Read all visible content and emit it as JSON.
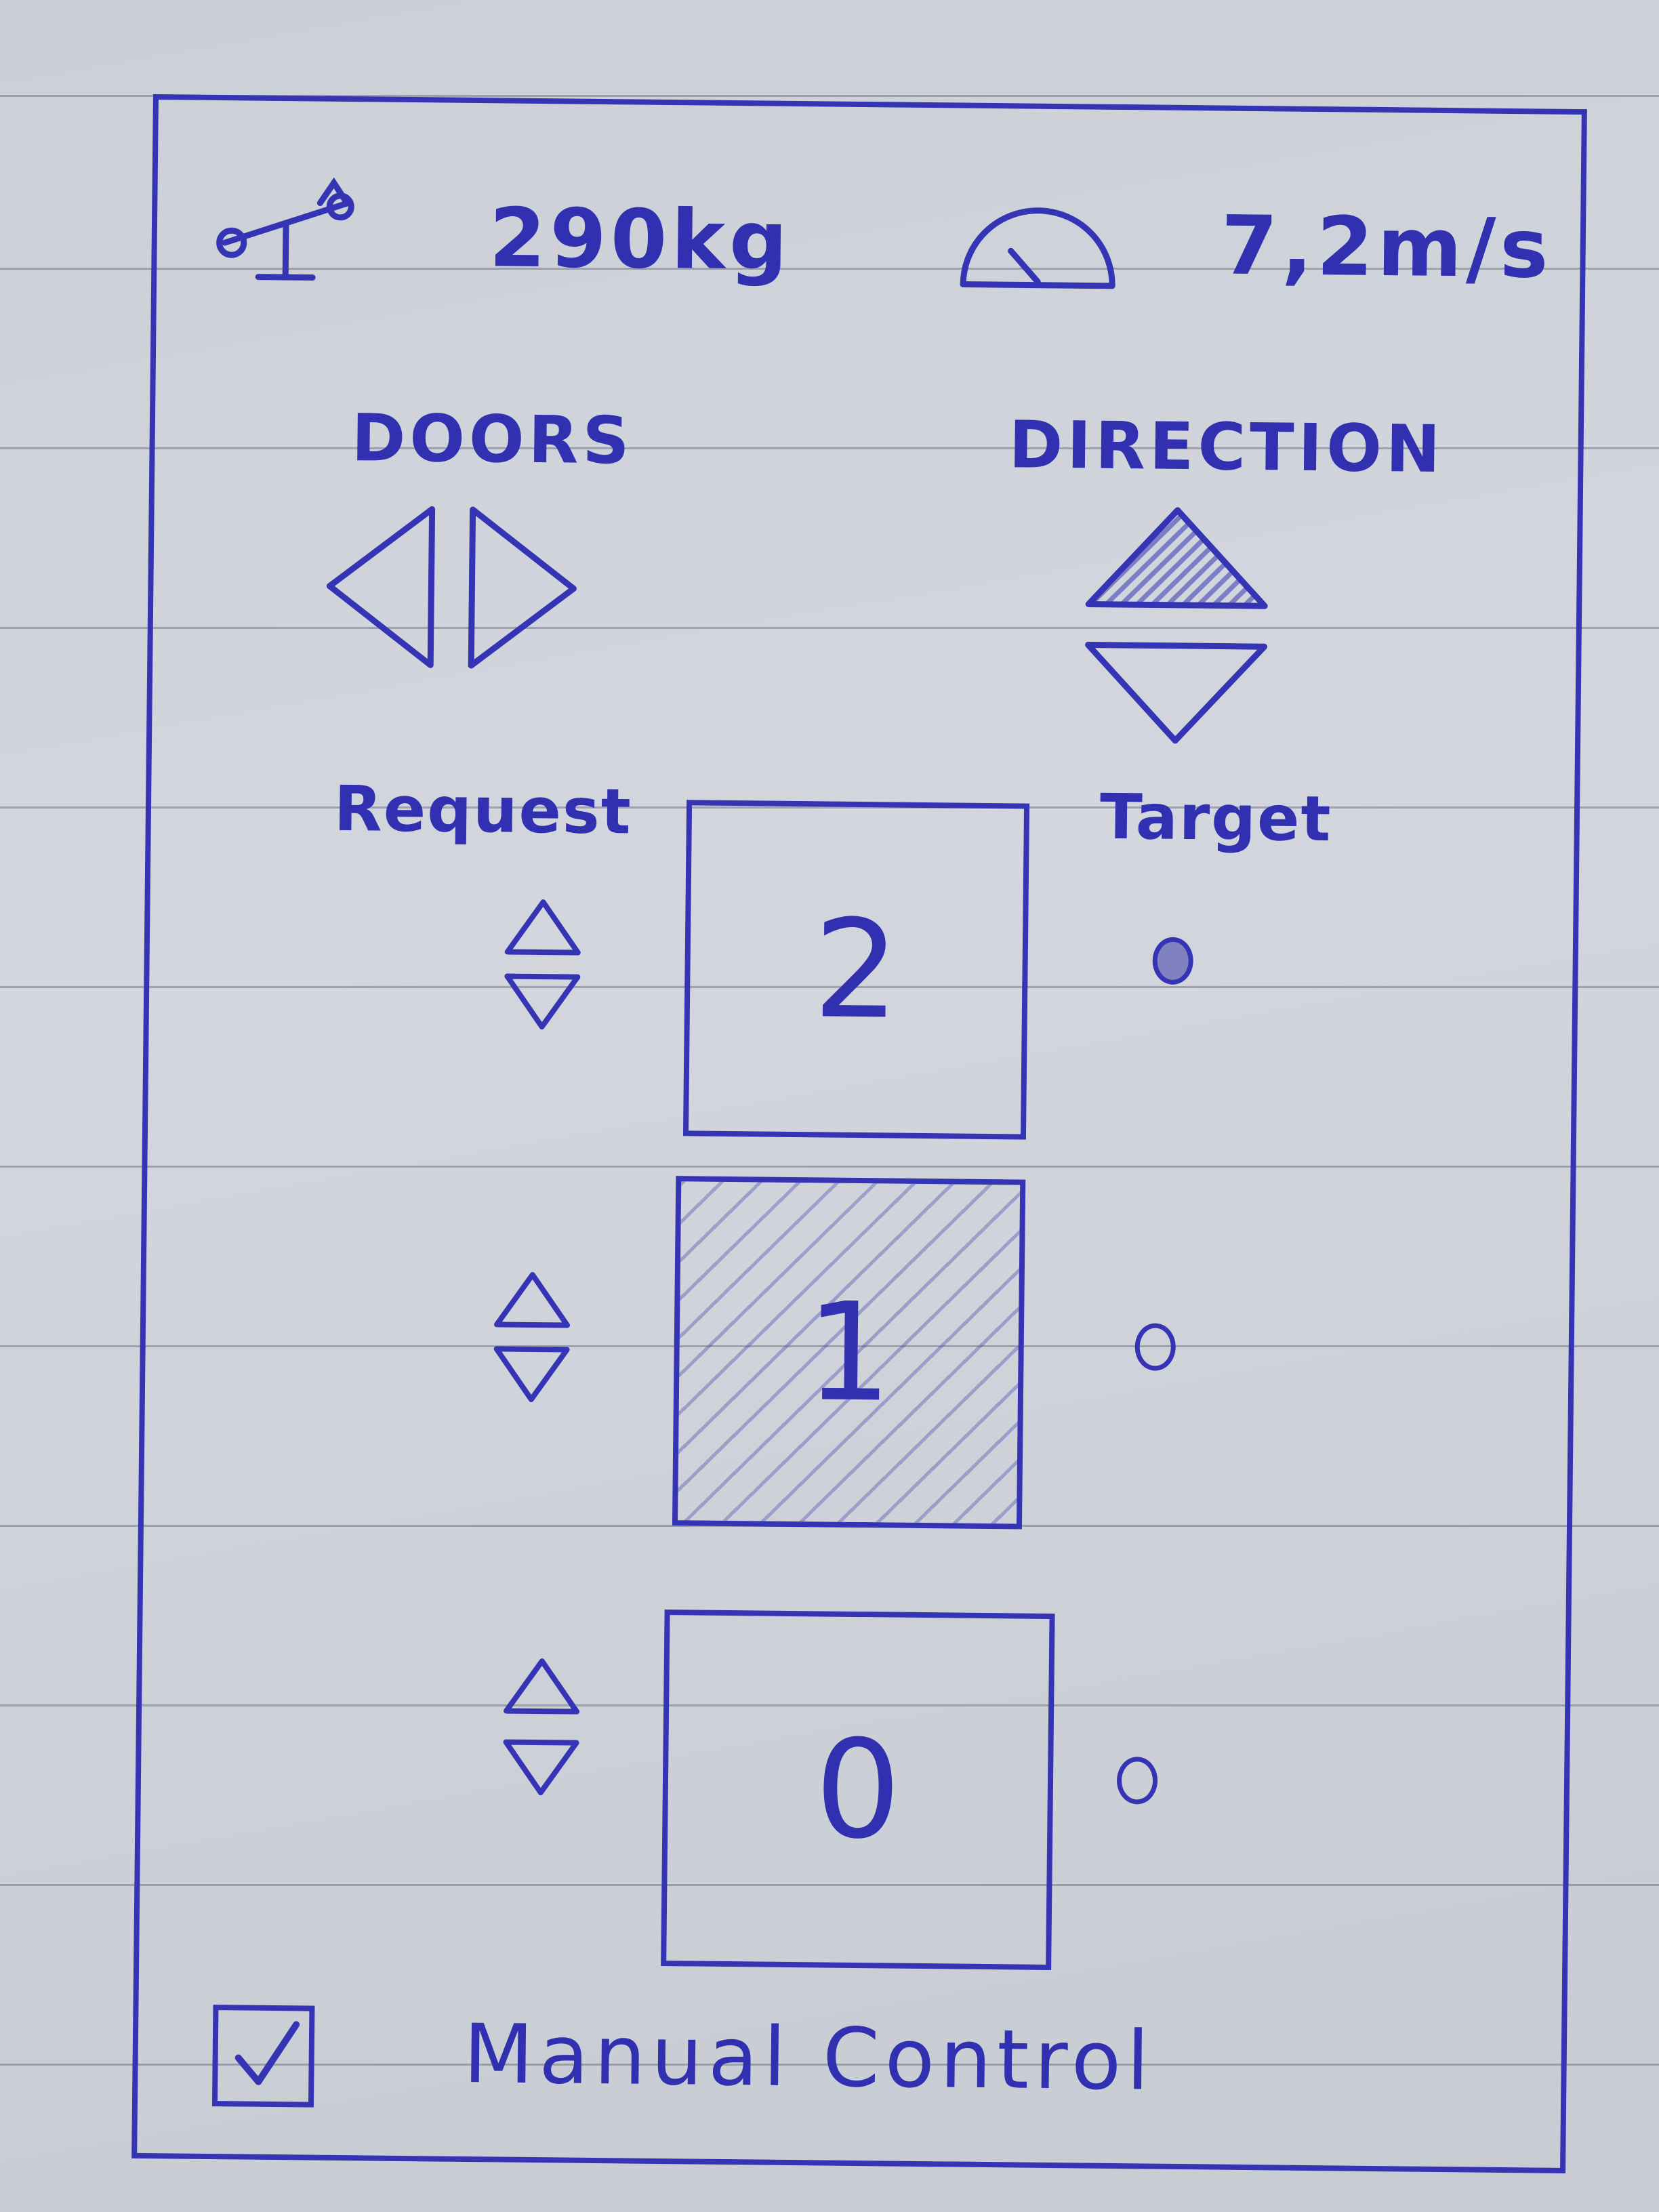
{
  "status": {
    "weight_icon": "scale-icon",
    "weight_value": "290kg",
    "speed_icon": "speedometer-icon",
    "speed_value": "7,2m/s"
  },
  "doors": {
    "label": "DOORS",
    "icon": "doors-open-icon"
  },
  "direction": {
    "label": "DIRECTION",
    "current": "up"
  },
  "floors": {
    "request_label": "Request",
    "target_label": "Target",
    "items": [
      {
        "number": "2",
        "current": false,
        "target": true
      },
      {
        "number": "1",
        "current": true,
        "target": false
      },
      {
        "number": "0",
        "current": false,
        "target": false
      }
    ]
  },
  "manual": {
    "label": "Manual Control",
    "checked": true
  },
  "colors": {
    "ink": "#3434b4",
    "paper": "#cfd3d9"
  }
}
